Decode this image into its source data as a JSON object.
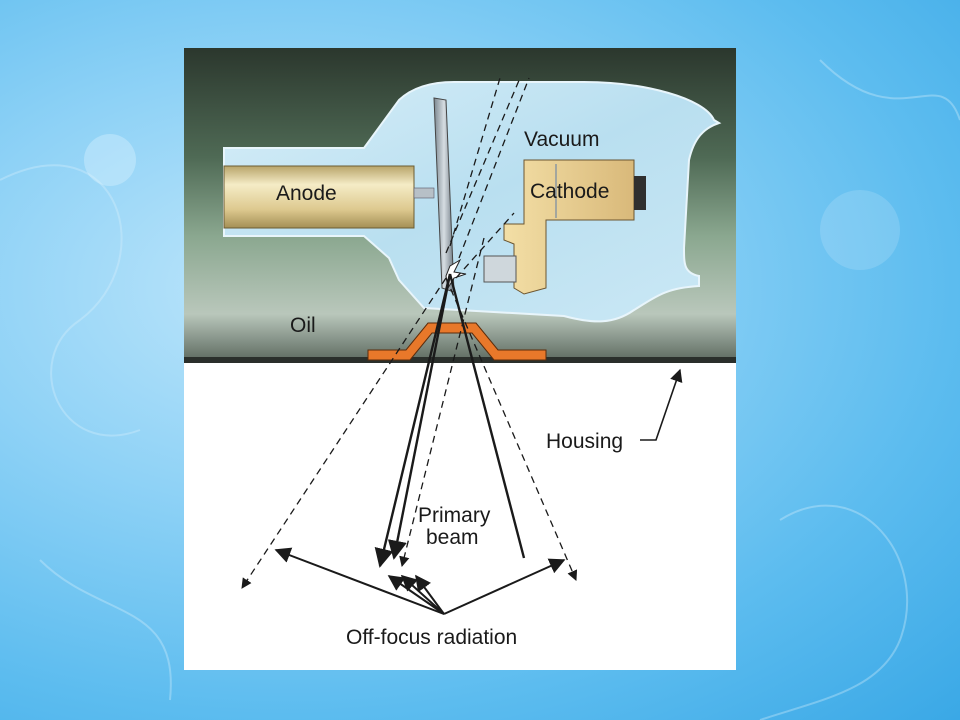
{
  "diagram": {
    "labels": {
      "anode": "Anode",
      "cathode": "Cathode",
      "vacuum": "Vacuum",
      "oil": "Oil",
      "housing": "Housing",
      "primary_beam_line1": "Primary",
      "primary_beam_line2": "beam",
      "off_focus": "Off-focus radiation"
    },
    "colors": {
      "slide_background": "#5cbcef",
      "oil_dark": "#2f3b31",
      "oil_green": "#6f8f74",
      "glass": "#bfe3f1",
      "anode_body": "#e8d9a6",
      "cathode_body": "#e9cf8e",
      "window_orange": "#e8782a"
    }
  }
}
